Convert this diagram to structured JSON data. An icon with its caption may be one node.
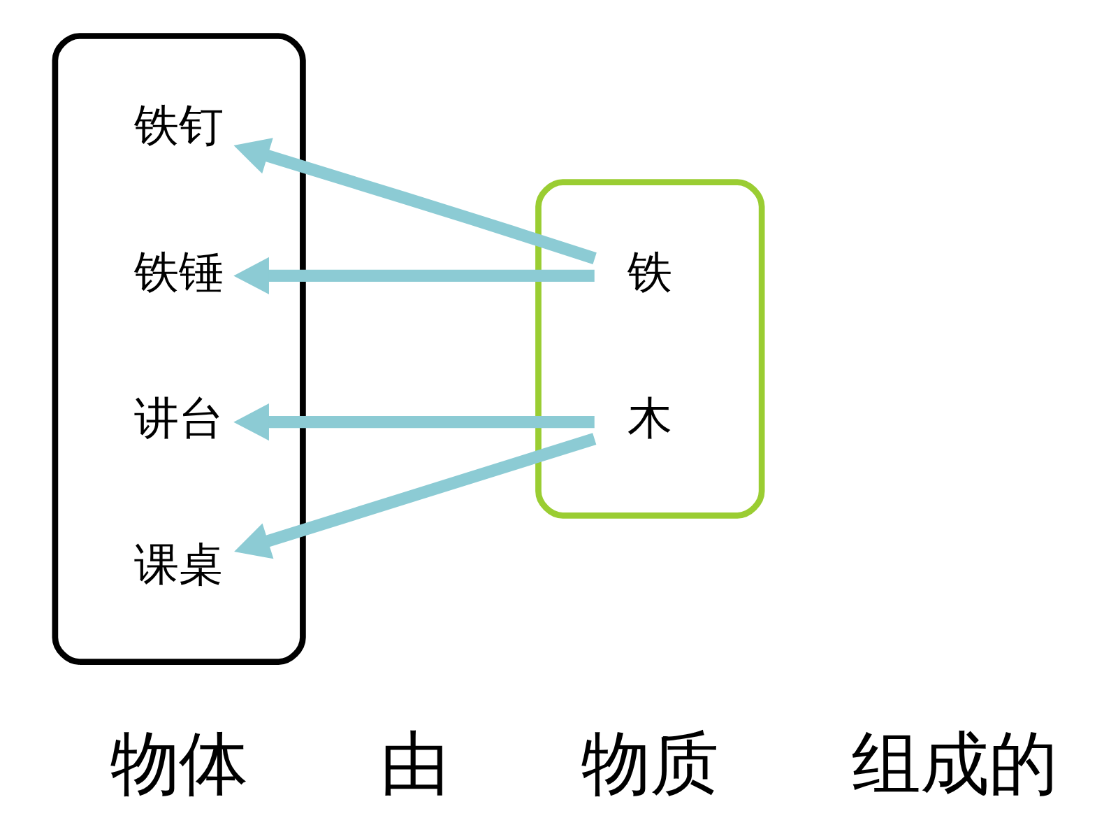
{
  "diagram": {
    "nodes": [
      {
        "text": [],
        "shape": "ellipse"
      },
      {
        "text": [
          "铁钉"
        ],
        "in": 0
      },
      {
        "text": [
          "铁锤"
        ],
        "in": 0
      },
      {
        "text": [
          "讲台"
        ],
        "in": 0
      },
      {
        "text": [
          "课桌"
        ],
        "in": 0
      },
      {
        "text": [],
        "shape": "ellipse"
      },
      {
        "text": [
          "铁"
        ],
        "in": 5
      },
      {
        "text": [
          "木"
        ],
        "in": 5
      }
    ],
    "edges": [
      {
        "from": 6,
        "to": 1,
        "arrow": "to"
      },
      {
        "from": 6,
        "to": 2,
        "arrow": "to"
      },
      {
        "from": 7,
        "to": 3,
        "arrow": "to"
      },
      {
        "from": 7,
        "to": 4,
        "arrow": "to"
      }
    ],
    "labels": [
      "物体",
      "由",
      "物质",
      "组成的"
    ]
  }
}
